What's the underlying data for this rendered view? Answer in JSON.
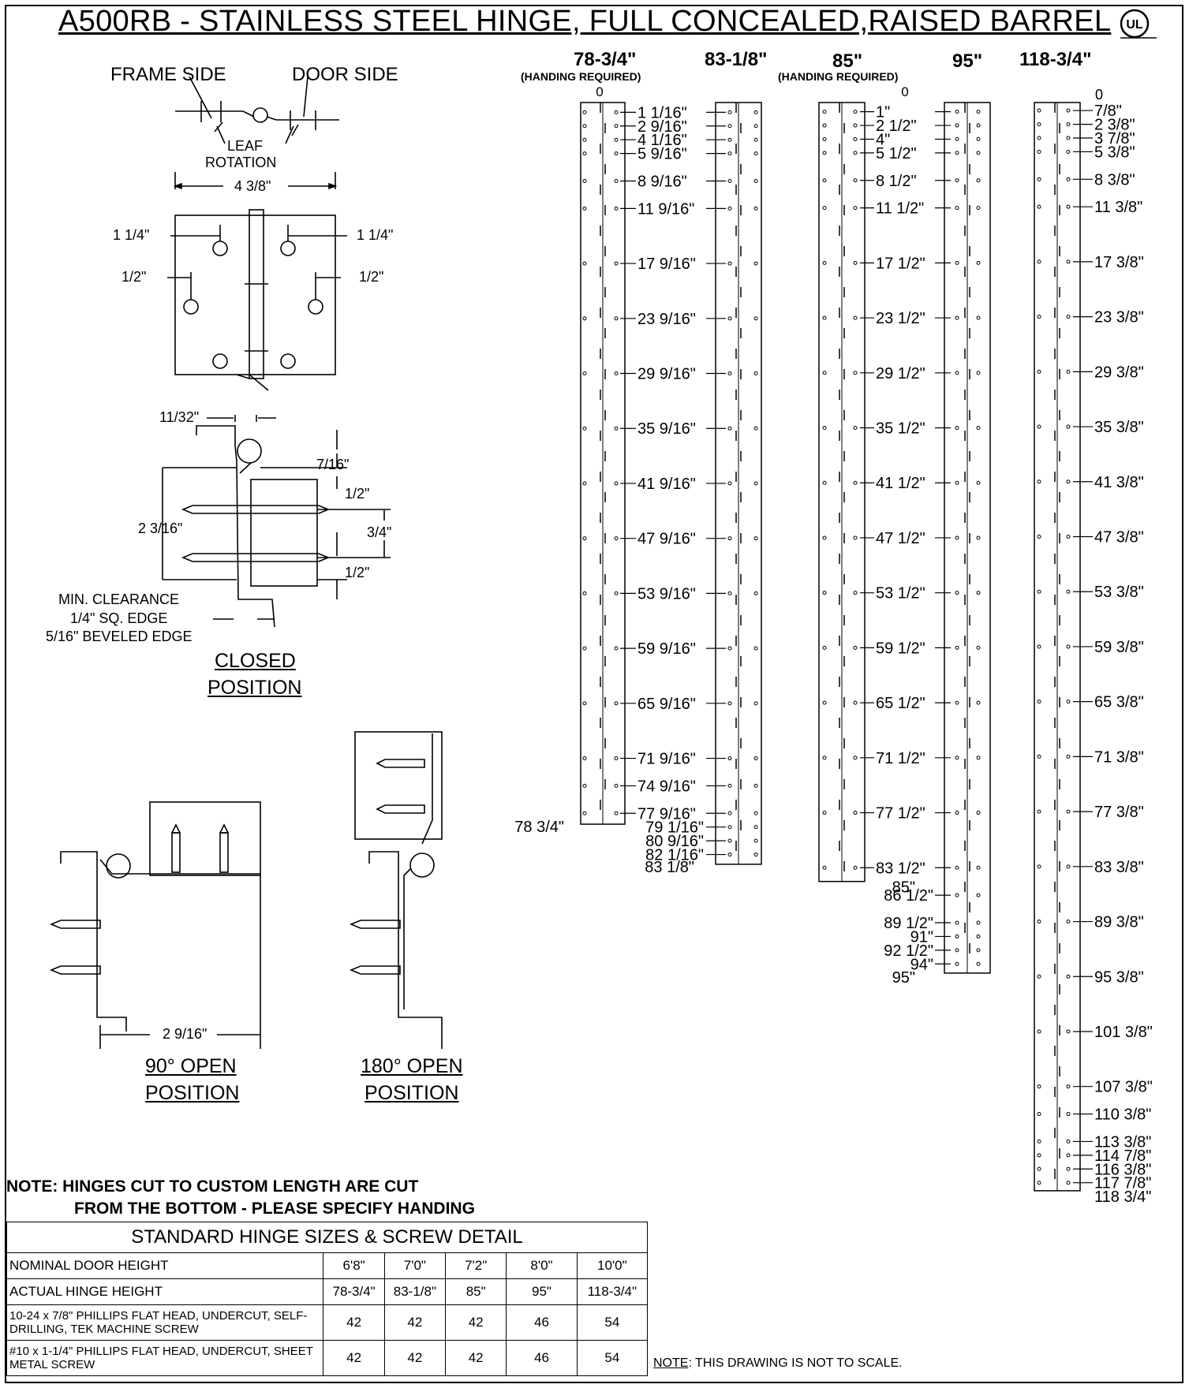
{
  "title": "A500RB - STAINLESS STEEL HINGE, FULL CONCEALED,RAISED BARREL",
  "ul_mark": "UL",
  "detail": {
    "frame_side": "FRAME SIDE",
    "door_side": "DOOR SIDE",
    "leaf": "LEAF",
    "rotation": "ROTATION",
    "width": "4 3/8\"",
    "hole_offset_left": "1 1/4\"",
    "hole_offset_right": "1 1/4\"",
    "half_left": "1/2\"",
    "half_right": "1/2\"",
    "barrel": "11/32\"",
    "dim_7_16": "7/16\"",
    "dim_half_a": "1/2\"",
    "dim_3_4": "3/4\"",
    "dim_half_b": "1/2\"",
    "height": "2 3/16\"",
    "min_clearance": "MIN. CLEARANCE",
    "sq_edge": "1/4\" SQ. EDGE",
    "bev_edge": "5/16\" BEVELED EDGE",
    "closed_1": "CLOSED",
    "closed_2": "POSITION",
    "open90_dim": "2 9/16\"",
    "open90_1": "90° OPEN",
    "open90_2": "POSITION",
    "open180_1": "180° OPEN",
    "open180_2": "POSITION"
  },
  "hinges": [
    {
      "label": "78-3/4\"",
      "sub": "(HANDING REQUIRED)",
      "zero": "0",
      "bottom": "78 3/4\"",
      "marks": [
        "1 1/16\"",
        "2 9/16\"",
        "4 1/16\"",
        "5 9/16\"",
        "8 9/16\"",
        "11 9/16\"",
        "17 9/16\"",
        "23 9/16\"",
        "29 9/16\"",
        "35 9/16\"",
        "41 9/16\"",
        "47 9/16\"",
        "53 9/16\"",
        "59 9/16\"",
        "65 9/16\"",
        "71 9/16\"",
        "74 9/16\"",
        "77 9/16\""
      ]
    },
    {
      "label": "83-1/8\"",
      "sub": "",
      "bottom": "83 1/8\"",
      "marks": [
        "79 1/16\"",
        "80 9/16\"",
        "82 1/16\""
      ]
    },
    {
      "label": "85\"",
      "sub": "(HANDING REQUIRED)",
      "zero": "0",
      "bottom": "85\"",
      "marks": [
        "1\"",
        "2 1/2\"",
        "4\"",
        "5 1/2\"",
        "8 1/2\"",
        "11 1/2\"",
        "17 1/2\"",
        "23 1/2\"",
        "29 1/2\"",
        "35 1/2\"",
        "41 1/2\"",
        "47 1/2\"",
        "53 1/2\"",
        "59 1/2\"",
        "65 1/2\"",
        "71 1/2\"",
        "77 1/2\"",
        "83 1/2\""
      ]
    },
    {
      "label": "95\"",
      "sub": "",
      "bottom": "95\"",
      "marks": [
        "86 1/2\"",
        "89 1/2\"",
        "91\"",
        "92 1/2\"",
        "94\""
      ]
    },
    {
      "label": "118-3/4\"",
      "sub": "",
      "zero": "0",
      "bottom": "118 3/4\"",
      "marks": [
        "7/8\"",
        "2 3/8\"",
        "3 7/8\"",
        "5 3/8\"",
        "8 3/8\"",
        "11 3/8\"",
        "17 3/8\"",
        "23 3/8\"",
        "29 3/8\"",
        "35 3/8\"",
        "41 3/8\"",
        "47 3/8\"",
        "53 3/8\"",
        "59 3/8\"",
        "65 3/8\"",
        "71 3/8\"",
        "77 3/8\"",
        "83 3/8\"",
        "89 3/8\"",
        "95 3/8\"",
        "101 3/8\"",
        "107 3/8\"",
        "110 3/8\"",
        "113 3/8\"",
        "114 7/8\"",
        "116 3/8\"",
        "117 7/8\""
      ]
    }
  ],
  "note_line1": "NOTE:  HINGES CUT TO CUSTOM LENGTH ARE CUT",
  "note_line2": "FROM THE BOTTOM - PLEASE SPECIFY HANDING",
  "table": {
    "title": "STANDARD HINGE SIZES & SCREW DETAIL",
    "rows": [
      {
        "label": "NOMINAL DOOR HEIGHT",
        "values": [
          "6'8\"",
          "7'0\"",
          "7'2\"",
          "8'0\"",
          "10'0\""
        ]
      },
      {
        "label": "ACTUAL HINGE HEIGHT",
        "values": [
          "78-3/4\"",
          "83-1/8\"",
          "85\"",
          "95\"",
          "118-3/4\""
        ]
      },
      {
        "label": "10-24 x 7/8\" PHILLIPS FLAT HEAD, UNDERCUT, SELF-DRILLING, TEK MACHINE SCREW",
        "values": [
          "42",
          "42",
          "42",
          "46",
          "54"
        ]
      },
      {
        "label": "#10 x 1-1/4\" PHILLIPS FLAT HEAD, UNDERCUT, SHEET METAL SCREW",
        "values": [
          "42",
          "42",
          "42",
          "46",
          "54"
        ]
      }
    ]
  },
  "footer_note_label": "NOTE",
  "footer_note_text": ": THIS DRAWING IS NOT TO SCALE."
}
